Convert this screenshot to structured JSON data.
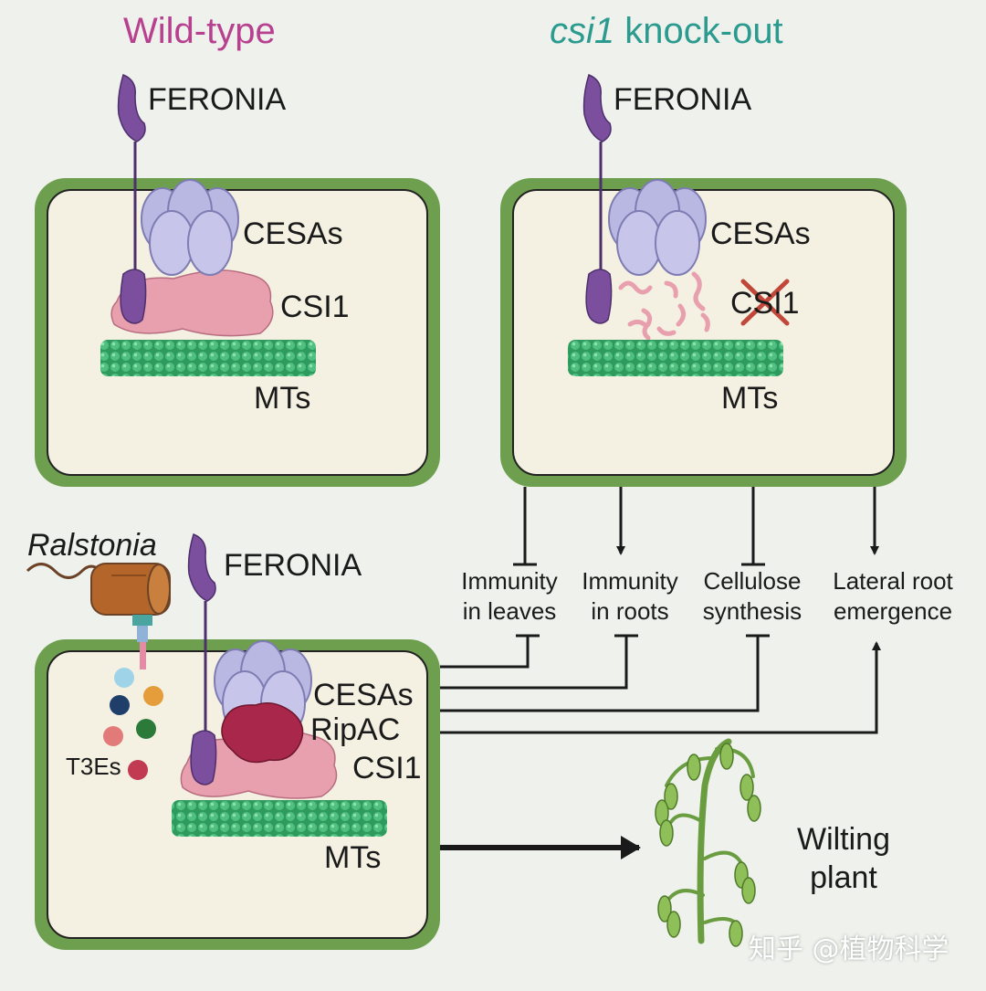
{
  "titles": {
    "wild_type": "Wild-type",
    "knockout_italic": "csi1",
    "knockout_rest": " knock-out"
  },
  "wild_type_panel": {
    "feronia": "FERONIA",
    "cesas": "CESAs",
    "csi1": "CSI1",
    "mts": "MTs"
  },
  "knockout_panel": {
    "feronia": "FERONIA",
    "cesas": "CESAs",
    "csi1": "CSI1",
    "mts": "MTs"
  },
  "infected_panel": {
    "ralstonia": "Ralstonia",
    "feronia": "FERONIA",
    "t3es": "T3Es",
    "cesas": "CESAs",
    "ripac": "RipAC",
    "csi1": "CSI1",
    "mts": "MTs"
  },
  "outcomes": [
    {
      "line1": "Immunity",
      "line2": "in leaves"
    },
    {
      "line1": "Immunity",
      "line2": "in roots"
    },
    {
      "line1": "Cellulose",
      "line2": "synthesis"
    },
    {
      "line1": "Lateral root",
      "line2": "emergence"
    }
  ],
  "wilting": {
    "line1": "Wilting",
    "line2": "plant"
  },
  "watermark": "知乎 @植物科学",
  "colors": {
    "cell_wall": "#6e9f4f",
    "cytoplasm": "#f4f1e2",
    "feronia": "#7b4f9e",
    "cesa": "#b9b8e2",
    "csi1": "#e8a0ae",
    "mt": "#3cab6c",
    "ripac": "#a8274a",
    "ralstonia": "#b4662a"
  }
}
